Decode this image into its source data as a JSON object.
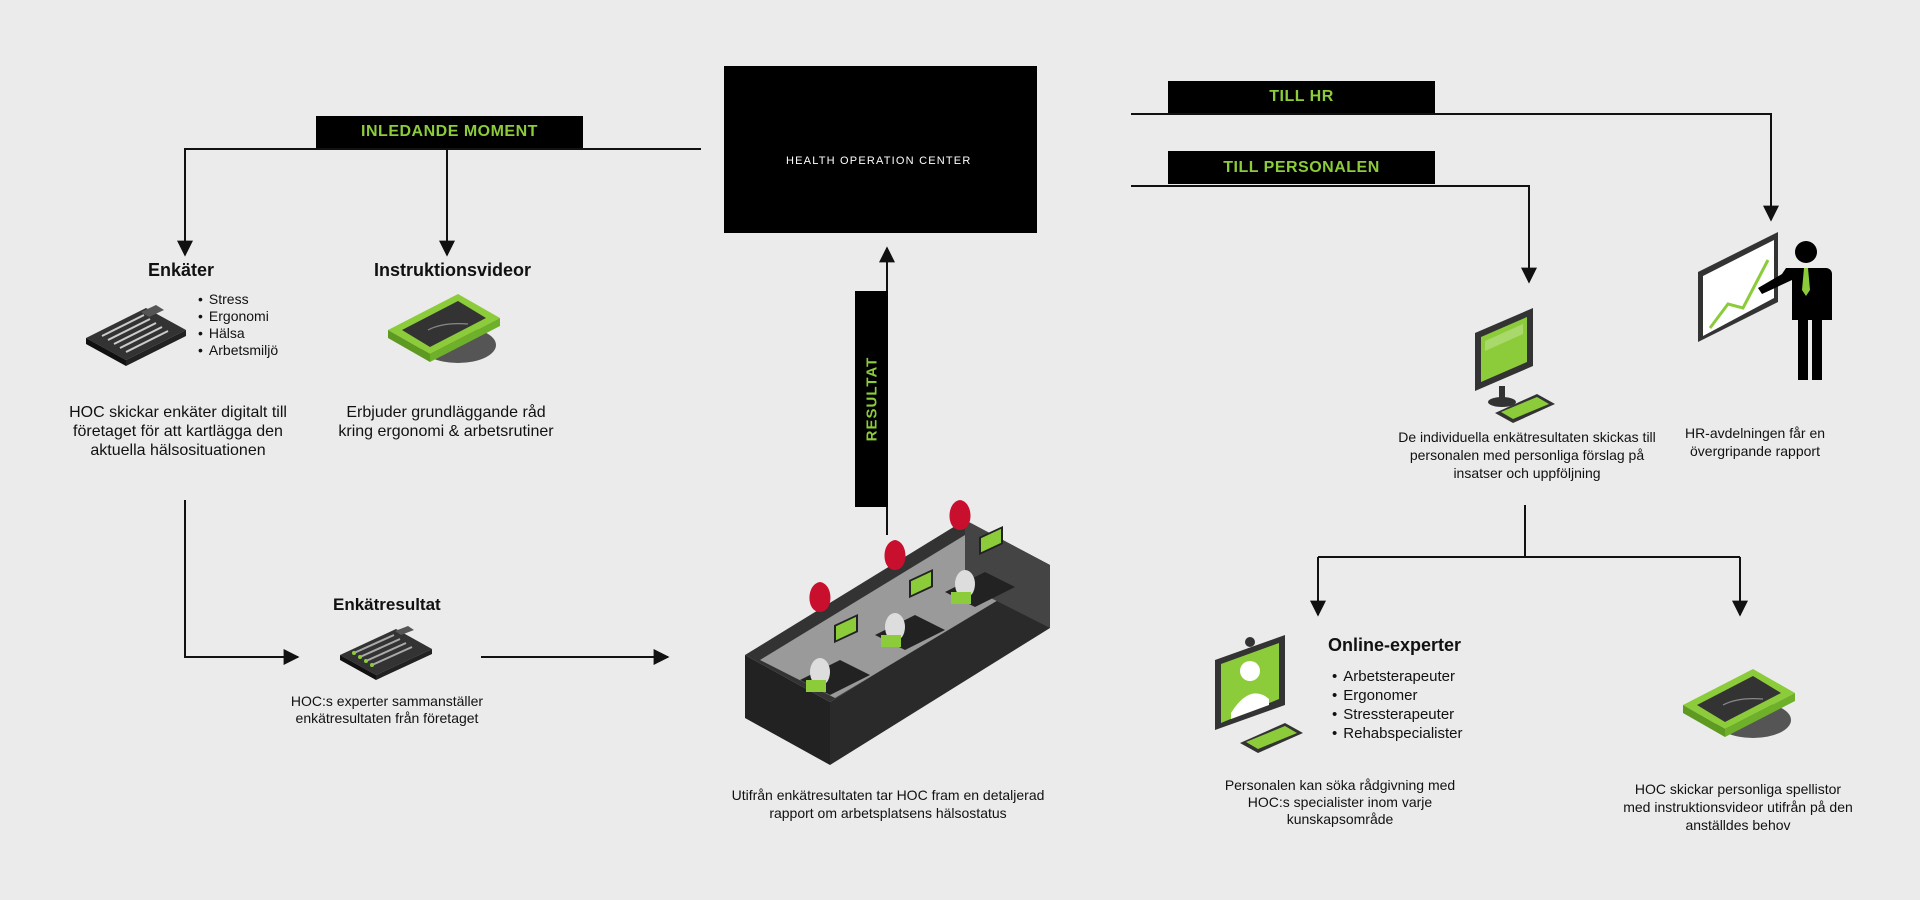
{
  "tags": {
    "inledande": "INLEDANDE MOMENT",
    "till_hr": "TILL HR",
    "till_personalen": "TILL PERSONALEN",
    "resultat": "RESULTAT"
  },
  "logo": {
    "text": "HEALTH OPERATION CENTER"
  },
  "enkater": {
    "title": "Enkäter",
    "bullets": [
      "Stress",
      "Ergonomi",
      "Hälsa",
      "Arbetsmiljö"
    ],
    "description": "HOC skickar enkäter digitalt till företaget för att kartlägga den aktuella hälsosituationen"
  },
  "instruktionsvideor": {
    "title": "Instruktionsvideor",
    "description": "Erbjuder grundläggande råd kring ergonomi & arbetsrutiner"
  },
  "enkatresultat": {
    "title": "Enkätresultat",
    "description": "HOC:s experter sammanställer enkätresultaten från företaget"
  },
  "rapport": {
    "description": "Utifrån enkätresultaten tar HOC fram en detaljerad rapport om arbetsplatsens hälsostatus"
  },
  "personal": {
    "description": "De individuella enkätresultaten skickas till personalen med personliga förslag på insatser och uppföljning"
  },
  "hr": {
    "description": "HR-avdelningen får en övergripande rapport"
  },
  "online": {
    "title": "Online-experter",
    "bullets": [
      "Arbetsterapeuter",
      "Ergonomer",
      "Stressterapeuter",
      "Rehabspecialister"
    ],
    "description": "Personalen kan söka rådgivning med HOC:s specialister inom varje kunskapsområde"
  },
  "spellistor": {
    "description": "HOC skickar personliga spellistor med instruktionsvideor utifrån på den anställdes behov"
  },
  "colors": {
    "accent": "#8ccc3a",
    "dark": "#111111",
    "background": "#ebebeb",
    "pin": "#c8102e"
  }
}
